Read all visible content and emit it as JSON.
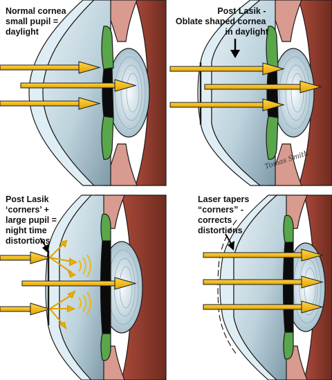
{
  "panels": [
    {
      "caption": [
        "Normal cornea",
        "small pupil =",
        "daylight"
      ]
    },
    {
      "caption": [
        "Post Lasik -",
        "Oblate shaped cornea",
        "in daylight"
      ]
    },
    {
      "caption": [
        "Post Lasik",
        "‘corners’ +",
        "large pupil =",
        "night time",
        "distortions"
      ]
    },
    {
      "caption": [
        "Laser tapers",
        "“corners” -",
        "corrects",
        "distortions"
      ]
    }
  ],
  "signature": "Tomas Smith",
  "colors": {
    "outline": "#1a1a1a",
    "eye_body": "#c7dce6",
    "lens_glow": "#eaf2f6",
    "iris": "#5aa64a",
    "pupil": "#0b0b0b",
    "sclera": "#8a3a2a",
    "muscle": "#d99a8f",
    "arrow": "#f2b400"
  }
}
